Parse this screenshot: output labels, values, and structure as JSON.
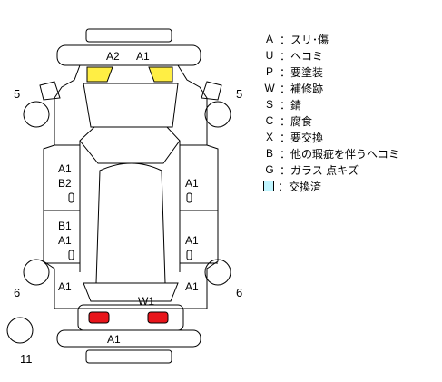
{
  "diagram": {
    "side_numbers": {
      "left_front": "5",
      "right_front": "5",
      "left_rear": "6",
      "right_rear": "6",
      "spare": "11"
    },
    "labels": {
      "front_top_left": "A2",
      "front_top_right": "A1",
      "left_front_door_1": "A1",
      "left_front_door_2": "B2",
      "left_rear_door_1": "B1",
      "left_rear_door_2": "A1",
      "left_quarter": "A1",
      "right_front_door": "A1",
      "right_rear_door": "A1",
      "right_quarter": "A1",
      "rear_center": "W1",
      "rear_bumper": "A1"
    },
    "colors": {
      "headlight": "#ffee44",
      "taillight": "#e8151b",
      "outline": "#000000"
    }
  },
  "legend": {
    "separator": "：",
    "items": [
      {
        "code": "A",
        "text": "スリ･傷"
      },
      {
        "code": "U",
        "text": "ヘコミ"
      },
      {
        "code": "P",
        "text": "要塗装"
      },
      {
        "code": "W",
        "text": "補修跡"
      },
      {
        "code": "S",
        "text": "錆"
      },
      {
        "code": "C",
        "text": "腐食"
      },
      {
        "code": "X",
        "text": "要交換"
      },
      {
        "code": "B",
        "text": "他の瑕疵を伴うヘコミ"
      },
      {
        "code": "G",
        "text": "ガラス 点キズ"
      }
    ],
    "swatch": {
      "text": "交換済",
      "color": "#bff5ff"
    }
  }
}
